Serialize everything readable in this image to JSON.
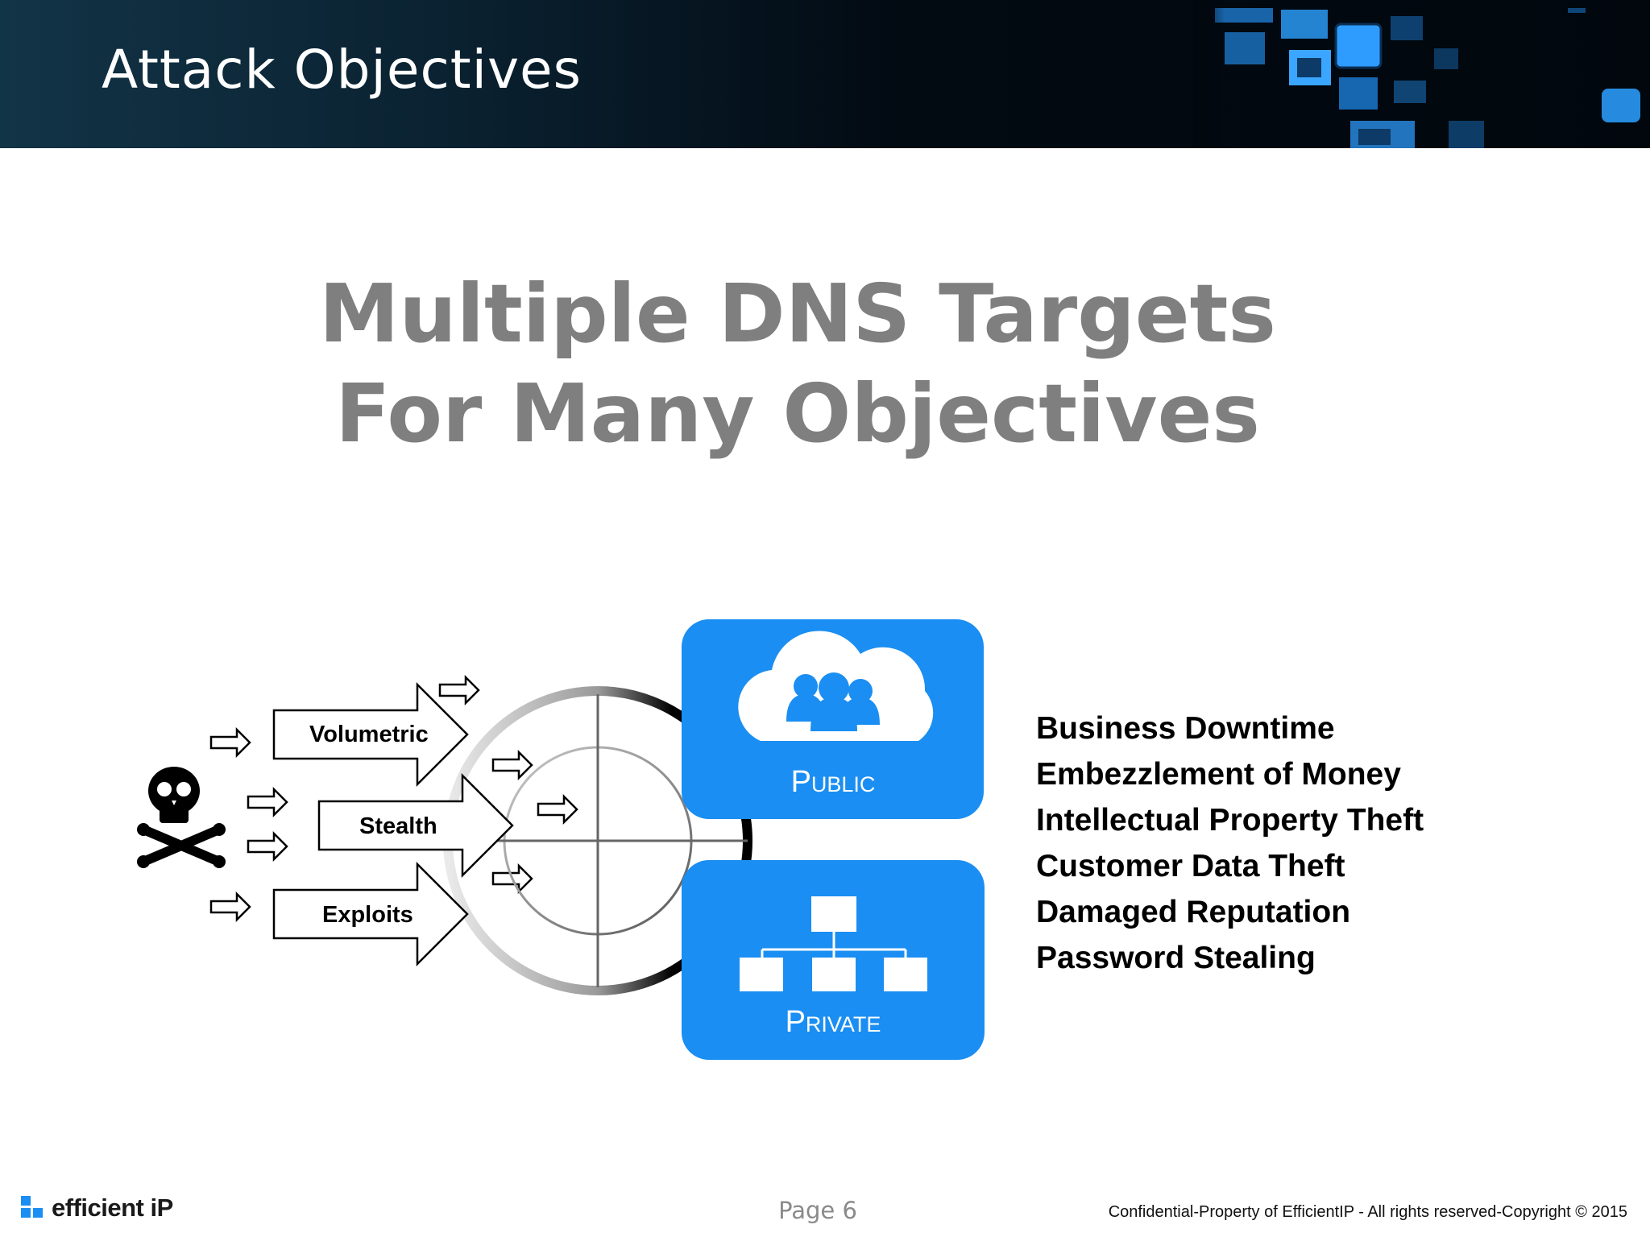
{
  "slide": {
    "title": "Attack Objectives",
    "headline_line1": "Multiple DNS Targets",
    "headline_line2": "For Many Objectives"
  },
  "diagram": {
    "attacker_icon": "skull-crossbones-icon",
    "attack_types": [
      "Volumetric",
      "Stealth",
      "Exploits"
    ],
    "target_icon": "crosshair-target-icon",
    "targets": [
      {
        "label": "Public",
        "icon": "cloud-users-icon"
      },
      {
        "label": "Private",
        "icon": "org-chart-icon"
      }
    ],
    "accent_color": "#1a8ef2"
  },
  "objectives": [
    "Business Downtime",
    "Embezzlement of Money",
    "Intellectual Property Theft",
    "Customer Data Theft",
    "Damaged Reputation",
    "Password Stealing"
  ],
  "footer": {
    "logo_text": "efficient iP",
    "page_label": "Page 6",
    "copyright": "Confidential-Property of EfficientIP - All rights reserved-Copyright © 2015"
  }
}
